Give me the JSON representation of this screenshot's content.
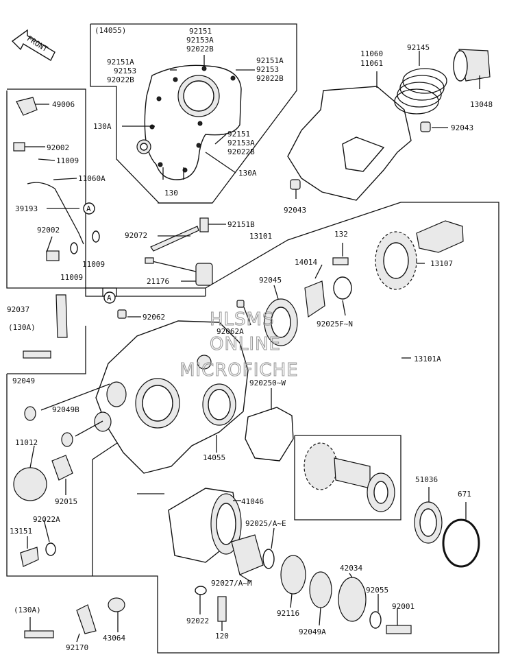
{
  "labels": {
    "group_14055": "(14055)",
    "p92151_top": "92151",
    "p92153A_top": "92153A",
    "p92022B_top": "92022B",
    "p92151A_left": "92151A",
    "p92153_left": "92153",
    "p92022B_left": "92022B",
    "p92151A_right": "92151A",
    "p92153_right": "92153",
    "p92022B_right": "92022B",
    "p130A_left": "130A",
    "p92151_mid": "92151",
    "p92153A_mid": "92153A",
    "p92022B_mid": "92022B",
    "p130A_right": "130A",
    "p130": "130",
    "p49006": "49006",
    "p92002_a": "92002",
    "p11009_a": "11009",
    "p11060A": "11060A",
    "p39193": "39193",
    "p92002_b": "92002",
    "p11009_b": "11009",
    "p11009_c": "11009",
    "p11060": "11060",
    "p11061": "11061",
    "p92145": "92145",
    "p13048": "13048",
    "p92043_a": "92043",
    "p92043_b": "92043",
    "p92072": "92072",
    "p92151B": "92151B",
    "p13101": "13101",
    "p132": "132",
    "p14014": "14014",
    "p13107": "13107",
    "p21176": "21176",
    "p92045": "92045",
    "p92025FN": "92025F~N",
    "p92037": "92037",
    "p130A_a": "(130A)",
    "p92062": "92062",
    "p92062A": "92062A",
    "p13101A": "13101A",
    "p92049": "92049",
    "p92049B": "92049B",
    "p92025_0W": "920250~W",
    "p11012": "11012",
    "p14055": "14055",
    "p92015": "92015",
    "p51036": "51036",
    "p671": "671",
    "p41046": "41046",
    "p92022A": "92022A",
    "p13151": "13151",
    "p92025AE": "92025/A~E",
    "p92027AM": "92027/A~M",
    "p42034": "42034",
    "p92055": "92055",
    "p92022": "92022",
    "p92116": "92116",
    "p92001": "92001",
    "p130A_b": "(130A)",
    "p92049A": "92049A",
    "p120": "120",
    "p92170": "92170",
    "p43064": "43064",
    "callout_A1": "A",
    "callout_A2": "A",
    "front": "FRONT"
  },
  "watermark": {
    "line1": "HLSMS",
    "line2": "ONLINE",
    "line3": "MICROFICHE"
  }
}
